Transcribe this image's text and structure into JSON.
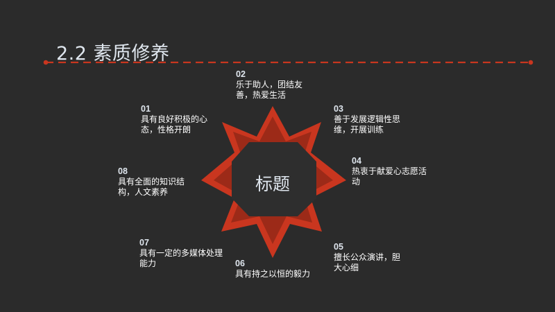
{
  "title": "2.2 素质修养",
  "center_label": "标题",
  "items": [
    {
      "num": "01",
      "text": "具有良好积极的心态，性格开朗"
    },
    {
      "num": "02",
      "text": "乐于助人，团结友善，热爱生活"
    },
    {
      "num": "03",
      "text": "善于发展逻辑性思维，开展训练"
    },
    {
      "num": "04",
      "text": "热衷于献爱心志愿活动"
    },
    {
      "num": "05",
      "text": "擅长公众演讲，胆大心细"
    },
    {
      "num": "06",
      "text": "具有持之以恒的毅力"
    },
    {
      "num": "07",
      "text": "具有一定的多媒体处理能力"
    },
    {
      "num": "08",
      "text": "具有全面的知识结构，人文素养"
    }
  ],
  "colors": {
    "background": "#2b2b2b",
    "accent_red": "#c9361f",
    "title_text": "#dfe6ee",
    "center_fill": "#2e2e2e"
  }
}
